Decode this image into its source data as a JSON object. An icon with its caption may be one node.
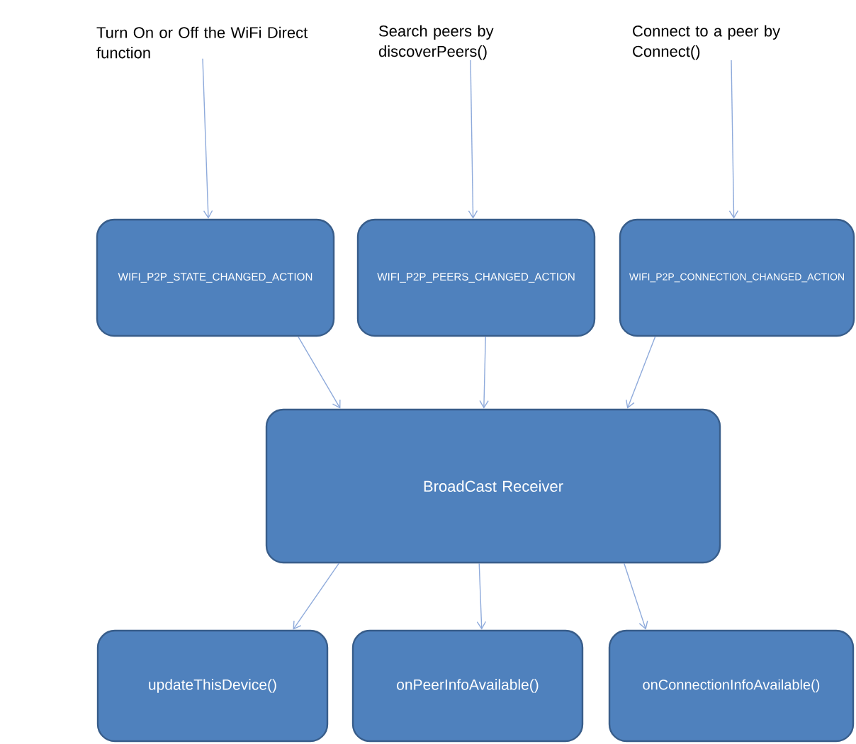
{
  "diagram": {
    "nodes": [
      {
        "text": [
          "Turn On or Off the WiFi Direct function"
        ]
      },
      {
        "text": [
          "Search peers by discoverPeers()"
        ]
      },
      {
        "text": [
          "Connect to a peer by Connect()"
        ]
      },
      {
        "text": [
          "WIFI_P2P_STATE_CHANGED_ACTION"
        ]
      },
      {
        "text": [
          "WIFI_P2P_PEERS_CHANGED_ACTION"
        ]
      },
      {
        "text": [
          "WIFI_P2P_CONNECTION_CHANGED_ACTION"
        ]
      },
      {
        "text": [
          "BroadCast Receiver"
        ]
      },
      {
        "text": [
          "updateThisDevice()"
        ]
      },
      {
        "text": [
          "onPeerInfoAvailable()"
        ]
      },
      {
        "text": [
          "onConnectionInfoAvailable()"
        ]
      }
    ],
    "edges": [
      {
        "from": 0,
        "to": 3,
        "arrow": "to"
      },
      {
        "from": 1,
        "to": 4,
        "arrow": "to"
      },
      {
        "from": 2,
        "to": 5,
        "arrow": "to"
      },
      {
        "from": 3,
        "to": 6,
        "arrow": "to"
      },
      {
        "from": 4,
        "to": 6,
        "arrow": "to"
      },
      {
        "from": 5,
        "to": 6,
        "arrow": "to"
      },
      {
        "from": 6,
        "to": 7,
        "arrow": "to"
      },
      {
        "from": 6,
        "to": 8,
        "arrow": "to"
      },
      {
        "from": 6,
        "to": 9,
        "arrow": "to"
      }
    ]
  }
}
